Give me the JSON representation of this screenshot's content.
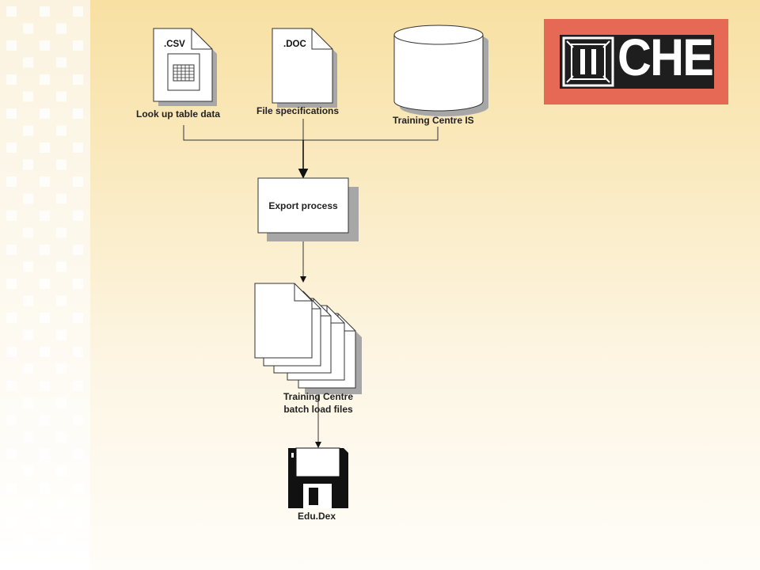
{
  "diagram": {
    "nodes": {
      "csv_file": {
        "ext": ".CSV",
        "label": "Look up table data"
      },
      "doc_file": {
        "ext": ".DOC",
        "label": "File specifications"
      },
      "database": {
        "label": "Training Centre IS"
      },
      "export": {
        "label": "Export process"
      },
      "batch_files": {
        "label_line1": "Training Centre",
        "label_line2": "batch load files"
      },
      "disk": {
        "label": "Edu.Dex"
      }
    }
  },
  "logo": {
    "text": "CHE"
  },
  "colors": {
    "logo_background": "#e56955",
    "logo_panel": "#1e1e1e",
    "node_fill": "#ffffff",
    "node_shadow": "#a7a7a7",
    "connector": "#333333"
  }
}
